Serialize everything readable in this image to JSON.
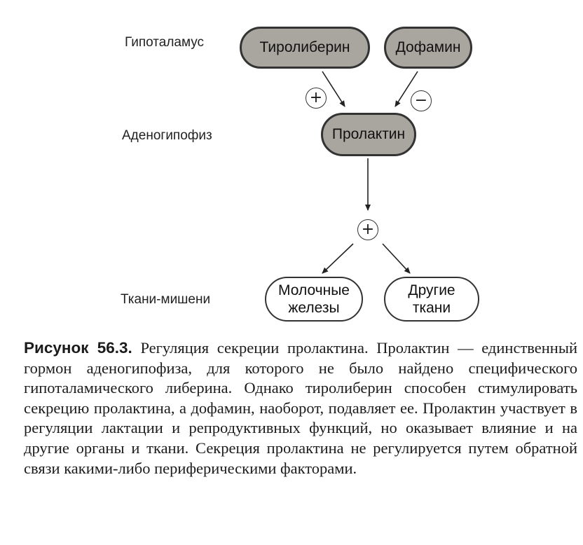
{
  "levels": {
    "hypothalamus": "Гипоталамус",
    "adenohypophysis": "Аденогипофиз",
    "targets": "Ткани-мишени"
  },
  "nodes": {
    "thyroliberin": "Тиролиберин",
    "dopamine": "Дофамин",
    "prolactin": "Пролактин",
    "mammary_line1": "Молочные",
    "mammary_line2": "железы",
    "other_line1": "Другие",
    "other_line2": "ткани"
  },
  "signs": {
    "thyroliberin_effect": "+",
    "dopamine_effect": "−",
    "prolactin_effect": "+"
  },
  "colors": {
    "dark_node_fill": "#a9a59f",
    "outline": "#333333"
  },
  "caption": {
    "figure_label": "Рисунок 56.3.",
    "text": "Регуляция секреции пролактина. Пролактин — единственный гормон аденогипофиза, для которого не было найдено специфического гипоталамического либерина. Однако тиролиберин способен стимулировать секрецию пролактина, а дофамин, наоборот, подавляет ее. Пролактин участвует в регуляции лактации и репродуктивных функций, но оказывает влияние и на другие органы и ткани. Секреция пролактина не регулируется путем обратной связи какими-либо периферическими факторами."
  }
}
